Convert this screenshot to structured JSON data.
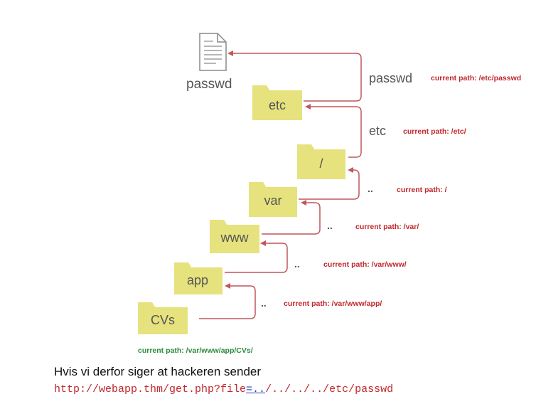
{
  "document": {
    "label": "passwd",
    "icon": "document-icon"
  },
  "folders": [
    {
      "id": "etc",
      "label": "etc",
      "icon": "folder-icon"
    },
    {
      "id": "root",
      "label": "/",
      "icon": "folder-icon"
    },
    {
      "id": "var",
      "label": "var",
      "icon": "folder-icon"
    },
    {
      "id": "www",
      "label": "www",
      "icon": "folder-icon"
    },
    {
      "id": "app",
      "label": "app",
      "icon": "folder-icon"
    },
    {
      "id": "cvs",
      "label": "CVs",
      "icon": "folder-icon"
    }
  ],
  "steps": [
    {
      "label": "passwd",
      "path": "current path: /etc/passwd"
    },
    {
      "label": "etc",
      "path": "current path: /etc/"
    },
    {
      "label": "..",
      "path": "current path: /"
    },
    {
      "label": "..",
      "path": "current path: /var/"
    },
    {
      "label": "..",
      "path": "current path: /var/www/"
    },
    {
      "label": "..",
      "path": "current path: /var/www/app/"
    }
  ],
  "start_path": "current path: /var/www/app/CVs/",
  "colors": {
    "folder": "#e6e27d",
    "folder_tab": "#e6e27d",
    "arrow": "#c0575b",
    "path_red": "#c0272d",
    "path_green": "#2e8b3d"
  },
  "caption": "Hvis vi derfor siger at hackeren sender",
  "url": {
    "prefix": "http://webapp.thm/get.php?file",
    "link": "=..",
    "suffix": "/../../../etc/passwd"
  }
}
